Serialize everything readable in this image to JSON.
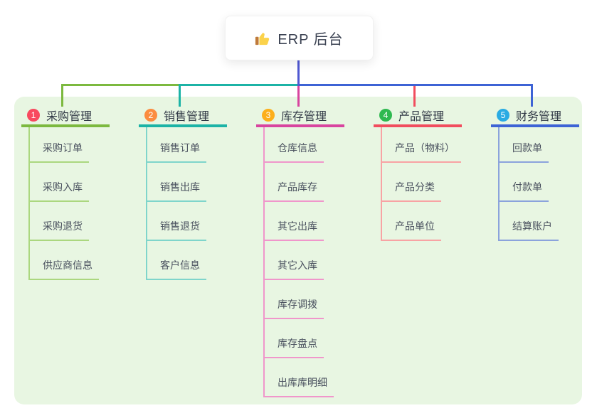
{
  "root": {
    "label": "ERP 后台",
    "icon": "thumbs-up-icon",
    "line_color": "#4f58d2"
  },
  "branches": [
    {
      "num": "1",
      "label": "采购管理",
      "color": "#7cb93f",
      "light": "#abd77f",
      "badge": "#f8495f",
      "children": [
        "采购订单",
        "采购入库",
        "采购退货",
        "供应商信息"
      ]
    },
    {
      "num": "2",
      "label": "销售管理",
      "color": "#1cb3a6",
      "light": "#7fd5cb",
      "badge": "#fb8c40",
      "children": [
        "销售订单",
        "销售出库",
        "销售退货",
        "客户信息"
      ]
    },
    {
      "num": "3",
      "label": "库存管理",
      "color": "#d8449f",
      "light": "#f096cb",
      "badge": "#fcaf1b",
      "children": [
        "仓库信息",
        "产品库存",
        "其它出库",
        "其它入库",
        "库存调拨",
        "库存盘点",
        "出库库明细"
      ]
    },
    {
      "num": "4",
      "label": "产品管理",
      "color": "#f14d5e",
      "light": "#f8a3a4",
      "badge": "#2fb950",
      "children": [
        "产品（物料）",
        "产品分类",
        "产品单位"
      ]
    },
    {
      "num": "5",
      "label": "财务管理",
      "color": "#3d63d5",
      "light": "#8ba3dc",
      "badge": "#29abe3",
      "children": [
        "回款单",
        "付款单",
        "结算账户"
      ]
    }
  ]
}
